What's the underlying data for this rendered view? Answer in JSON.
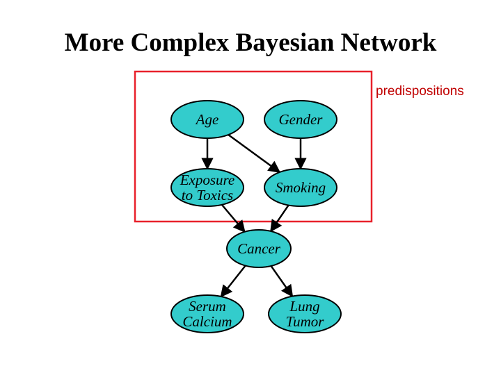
{
  "slide": {
    "title": "More Complex Bayesian Network",
    "group_label": "predispositions",
    "group_color": "#e8212b"
  },
  "style": {
    "node_fill": "#33cccc",
    "node_stroke": "#000000",
    "edge_color": "#000000"
  },
  "nodes": [
    {
      "id": "age",
      "lines": [
        "Age"
      ]
    },
    {
      "id": "gender",
      "lines": [
        "Gender"
      ]
    },
    {
      "id": "exposure",
      "lines": [
        "Exposure",
        "to Toxics"
      ]
    },
    {
      "id": "smoking",
      "lines": [
        "Smoking"
      ]
    },
    {
      "id": "cancer",
      "lines": [
        "Cancer"
      ]
    },
    {
      "id": "serum",
      "lines": [
        "Serum",
        "Calcium"
      ]
    },
    {
      "id": "lung",
      "lines": [
        "Lung",
        "Tumor"
      ]
    }
  ],
  "edges": [
    {
      "from": "age",
      "to": "exposure"
    },
    {
      "from": "age",
      "to": "smoking"
    },
    {
      "from": "gender",
      "to": "smoking"
    },
    {
      "from": "exposure",
      "to": "cancer"
    },
    {
      "from": "smoking",
      "to": "cancer"
    },
    {
      "from": "cancer",
      "to": "serum"
    },
    {
      "from": "cancer",
      "to": "lung"
    }
  ]
}
